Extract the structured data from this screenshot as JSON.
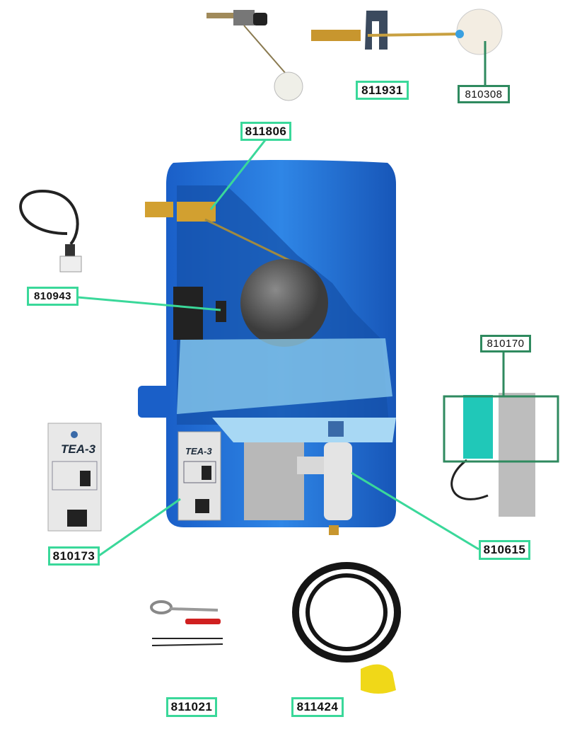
{
  "colors": {
    "leader_light": "#3ad89a",
    "leader_dark": "#2f8a5f",
    "tank_blue": "#1f6fd6"
  },
  "parts": {
    "p811806": "811806",
    "p811931": "811931",
    "p810308": "810308",
    "p810943": "810943",
    "p810170": "810170",
    "p810173": "810173",
    "p810615": "810615",
    "p811021": "811021",
    "p811424": "811424"
  },
  "panel": {
    "model": "TEA-3"
  }
}
